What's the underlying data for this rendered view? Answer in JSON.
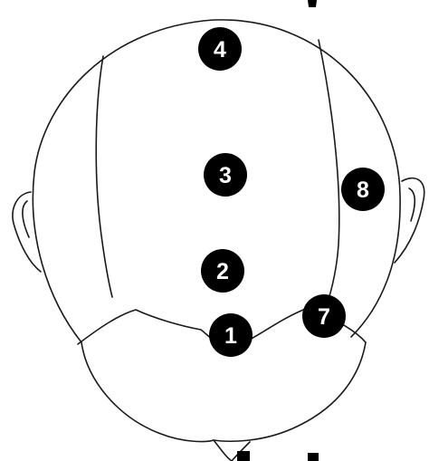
{
  "diagram": {
    "markers": [
      {
        "label": "4"
      },
      {
        "label": "3"
      },
      {
        "label": "8"
      },
      {
        "label": "2"
      },
      {
        "label": "7"
      },
      {
        "label": "1"
      }
    ]
  }
}
